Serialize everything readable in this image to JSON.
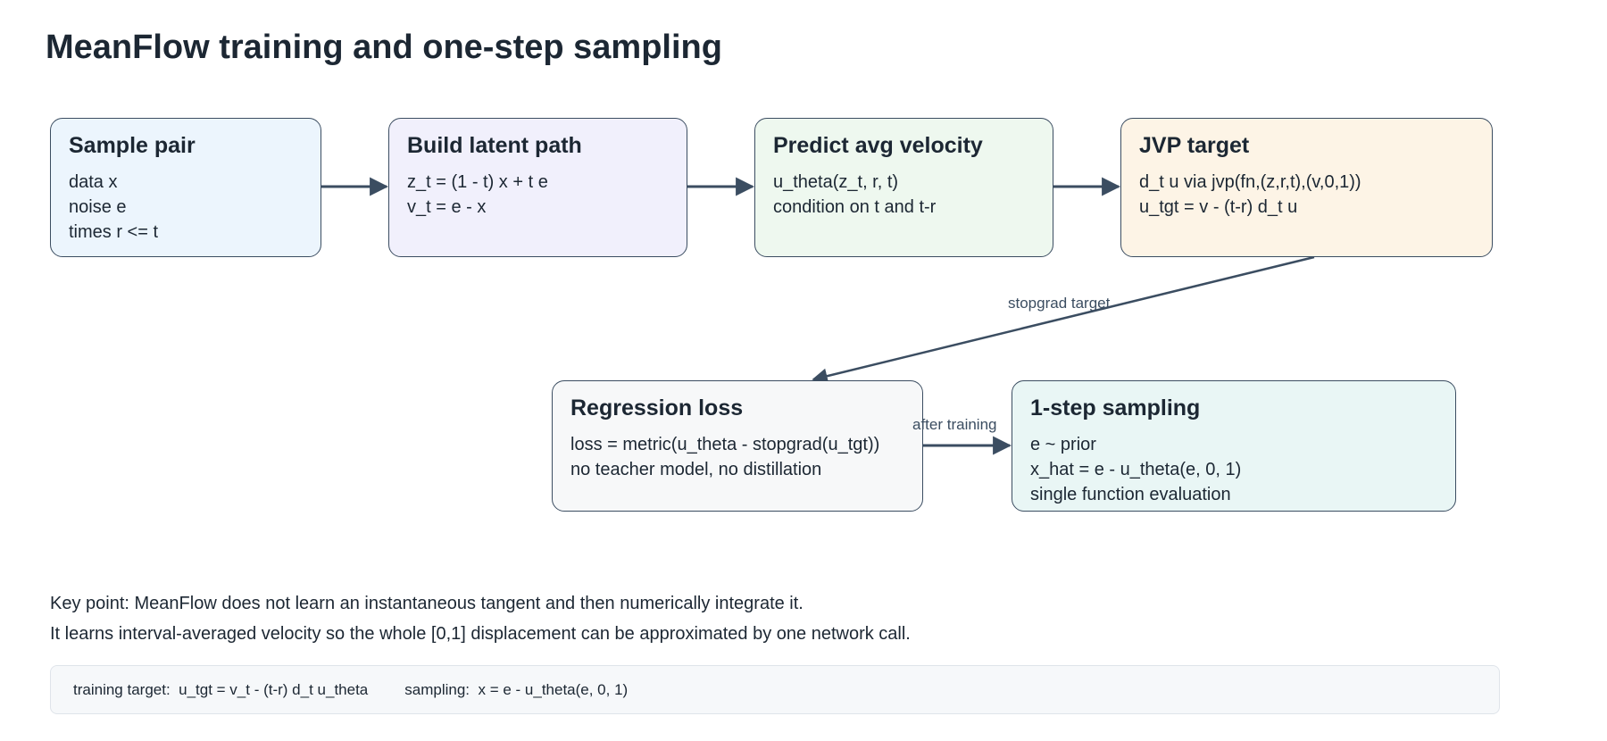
{
  "title": "MeanFlow training and one-step sampling",
  "boxes": {
    "sample": {
      "title": "Sample pair",
      "lines": [
        "data x",
        "noise e",
        "times r <= t"
      ]
    },
    "latent": {
      "title": "Build latent path",
      "lines": [
        "z_t = (1 - t) x + t e",
        "v_t = e - x"
      ]
    },
    "predict": {
      "title": "Predict avg velocity",
      "lines": [
        "u_theta(z_t, r, t)",
        "condition on t and t-r"
      ]
    },
    "jvp": {
      "title": "JVP target",
      "lines": [
        "d_t u via jvp(fn,(z,r,t),(v,0,1))",
        "u_tgt = v - (t-r) d_t u"
      ]
    },
    "loss": {
      "title": "Regression loss",
      "lines": [
        "loss = metric(u_theta - stopgrad(u_tgt))",
        "no teacher model, no distillation"
      ]
    },
    "sampling": {
      "title": "1-step sampling",
      "lines": [
        "e ~ prior",
        "x_hat = e - u_theta(e, 0, 1)",
        "single function evaluation"
      ]
    }
  },
  "edges": {
    "stopgrad_label": "stopgrad target",
    "after_training_label": "after training"
  },
  "key_point": {
    "line1": "Key point: MeanFlow does not learn an instantaneous tangent and then numerically integrate it.",
    "line2": "It learns interval-averaged velocity so the whole [0,1] displacement can be approximated by one network call."
  },
  "formula_bar": {
    "training": "training target:  u_tgt = v_t - (t-r) d_t u_theta",
    "sampling": "sampling:  x = e - u_theta(e, 0, 1)"
  },
  "colors": {
    "stroke": "#3b4d61",
    "sample_fill": "#ecf5fd",
    "latent_fill": "#f1f0fc",
    "predict_fill": "#eef8ef",
    "jvp_fill": "#fdf4e6",
    "loss_fill": "#f7f8f9",
    "sampling_fill": "#e9f6f5"
  }
}
